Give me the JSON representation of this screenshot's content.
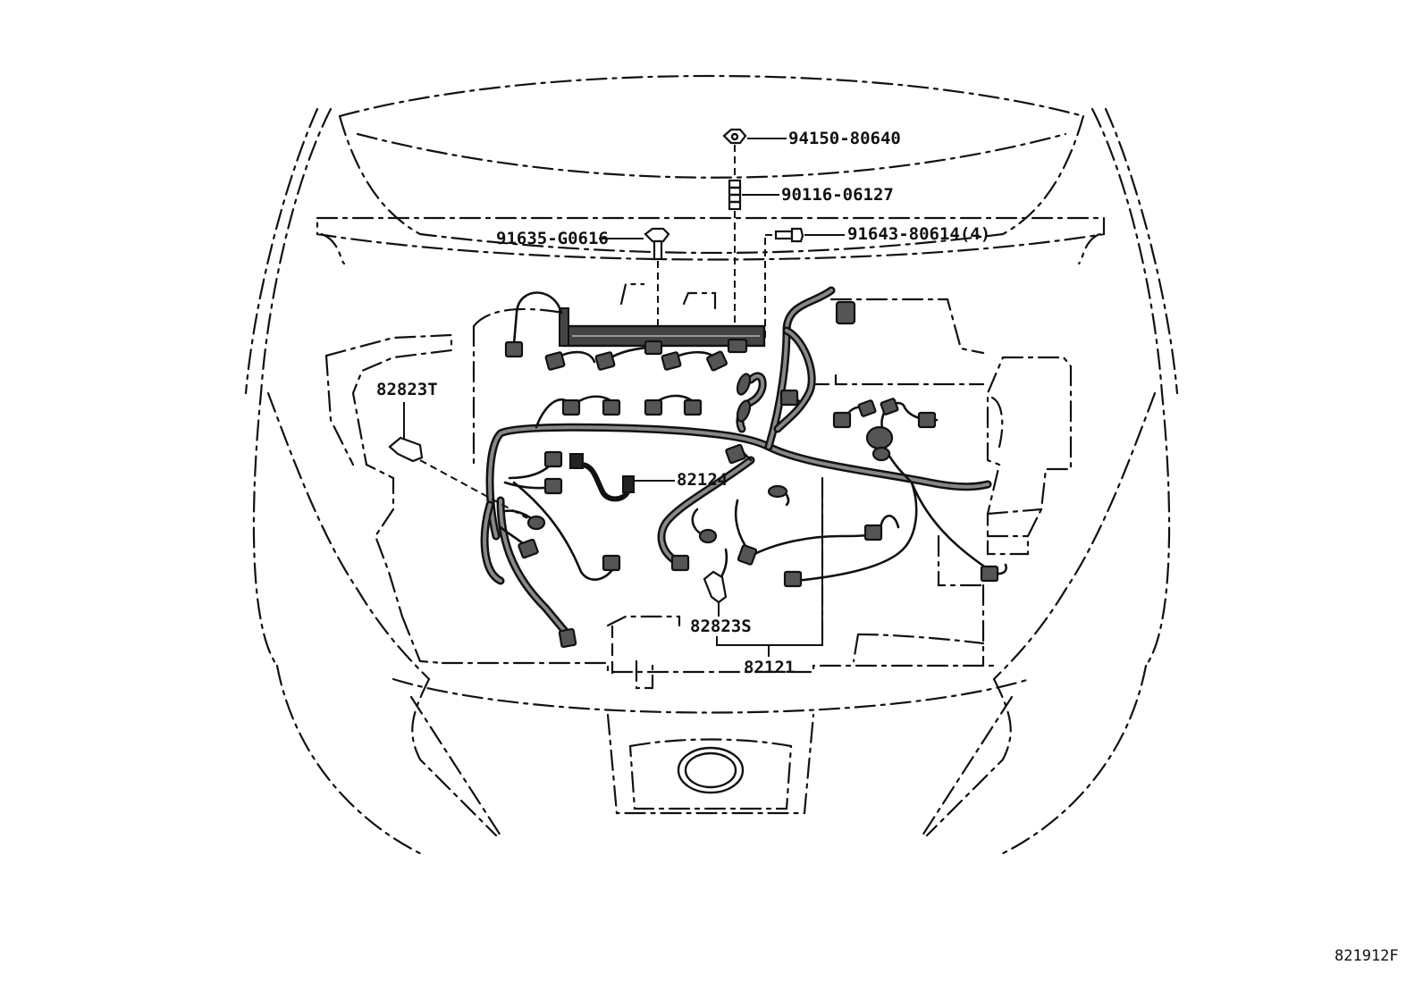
{
  "diagram": {
    "labels": {
      "nut": "94150-80640",
      "stud": "90116-06127",
      "bolt_left": "91635-G0616",
      "bolt_right": "91643-80614(4)",
      "clamp_left": "82823T",
      "protector": "82124",
      "clamp_bottom": "82823S",
      "engine_wire": "82121"
    },
    "figure_code": "821912F"
  }
}
